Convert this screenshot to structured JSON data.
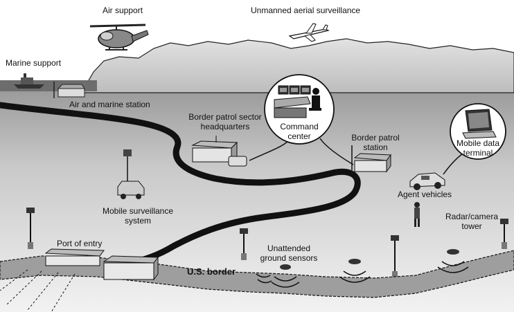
{
  "labels": {
    "air_support": "Air support",
    "uav": "Unmanned aerial surveillance",
    "marine_support": "Marine support",
    "air_marine_station": "Air and marine station",
    "sector_hq_line1": "Border patrol sector",
    "sector_hq_line2": "headquarters",
    "command_line1": "Command",
    "command_line2": "center",
    "bp_station_line1": "Border patrol",
    "bp_station_line2": "station",
    "mdt_line1": "Mobile data",
    "mdt_line2": "terminal",
    "agent_vehicles": "Agent vehicles",
    "mobile_surv_line1": "Mobile surveillance",
    "mobile_surv_line2": "system",
    "radar_line1": "Radar/camera",
    "radar_line2": "tower",
    "port_of_entry": "Port of entry",
    "us_border": "U.S. border",
    "ugs_line1": "Unattended",
    "ugs_line2": "ground sensors"
  },
  "colors": {
    "sky": "#ffffff",
    "mountain": "#d0d0d0",
    "ground_far": "#9a9a9a",
    "ground_near": "#eeeeee",
    "road": "#111111",
    "border_fill": "#9e9e9e"
  }
}
